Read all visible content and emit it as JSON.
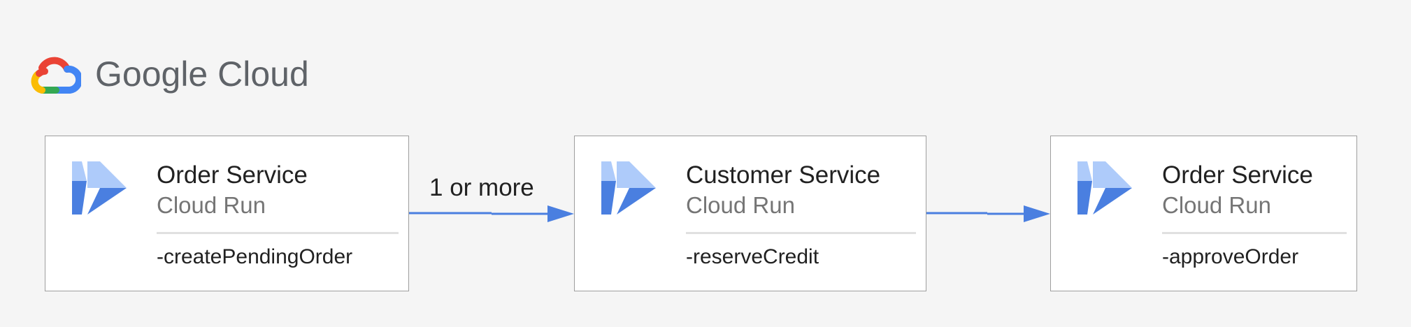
{
  "header": {
    "logo_text": "Google Cloud"
  },
  "cards": [
    {
      "title": "Order Service",
      "subtitle": "Cloud Run",
      "method": "-createPendingOrder",
      "icon": "cloud-run-icon"
    },
    {
      "title": "Customer Service",
      "subtitle": "Cloud Run",
      "method": "-reserveCredit",
      "icon": "cloud-run-icon"
    },
    {
      "title": "Order Service",
      "subtitle": "Cloud Run",
      "method": "-approveOrder",
      "icon": "cloud-run-icon"
    }
  ],
  "edges": [
    {
      "from": "Order Service",
      "to": "Customer Service",
      "label": "1 or more"
    },
    {
      "from": "Customer Service",
      "to": "Order Service",
      "label": ""
    }
  ],
  "colors": {
    "background": "#f5f5f5",
    "card_border": "#9e9e9e",
    "arrow": "#4a7fe0",
    "icon_dark": "#4a7fe0",
    "icon_light": "#aecbfa",
    "logo_red": "#ea4335",
    "logo_yellow": "#fbbc04",
    "logo_green": "#34a853",
    "logo_blue": "#4285f4",
    "logo_text": "#5f6368"
  }
}
